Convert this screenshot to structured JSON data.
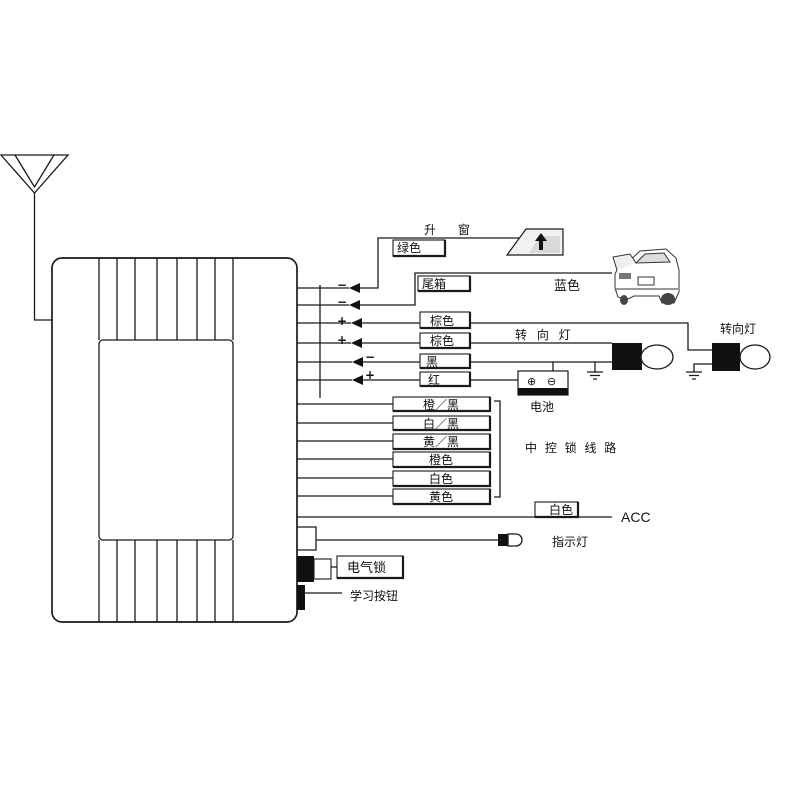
{
  "colors": {
    "line": "#1a1a1a",
    "background": "#ffffff",
    "dark_fill": "#111111"
  },
  "icons": {
    "antenna": "antenna-icon",
    "window": "window-up-icon",
    "car": "car-trunk-icon",
    "turn_signal": "turn-signal-bulb-icon",
    "ground": "ground-icon",
    "battery": "battery-icon",
    "indicator": "led-icon",
    "arrow": "connector-arrow-icon"
  },
  "window_up": {
    "label": "升 窗",
    "wire_color": "绿色"
  },
  "trunk": {
    "wire_label": "尾箱",
    "wire_color": "蓝色"
  },
  "turn_signals": {
    "wire_colors": [
      "棕色",
      "棕色"
    ],
    "left_label": "转 向 灯",
    "right_label": "转向灯"
  },
  "polarity": [
    "−",
    "−",
    "+",
    "+",
    "−",
    "+"
  ],
  "power": {
    "black_wire": "黑",
    "red_wire": "红",
    "battery": {
      "label": "电池",
      "positive": "⊕",
      "negative": "⊖"
    }
  },
  "central_lock": {
    "label": "中 控 锁 线 路",
    "wires": [
      "橙／黑",
      "白／黑",
      "黄／黑",
      "橙色",
      "白色",
      "黄色"
    ]
  },
  "acc": {
    "wire_color": "白色",
    "label": "ACC"
  },
  "indicator": {
    "label": "指示灯"
  },
  "electric_lock": {
    "label": "电气锁"
  },
  "learn_button": {
    "label": "学习按钮"
  }
}
